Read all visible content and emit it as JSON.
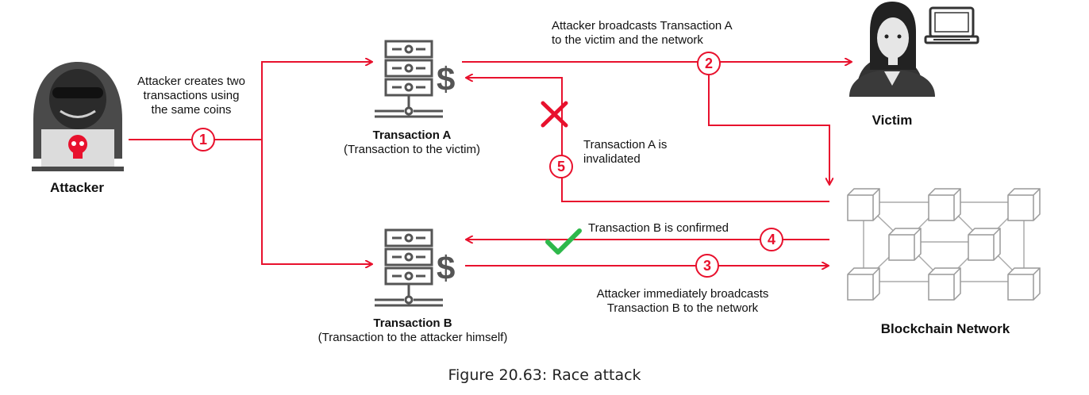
{
  "colors": {
    "arrow": "#e8112d",
    "icon": "#555555",
    "check": "#2eb84b",
    "cross": "#e8112d"
  },
  "attacker": {
    "label": "Attacker",
    "icon": "hacker-icon"
  },
  "victim": {
    "label": "Victim",
    "icon": "victim-icon"
  },
  "network": {
    "label": "Blockchain Network",
    "icon": "blockchain-network-icon"
  },
  "tx_a": {
    "title": "Transaction A",
    "subtitle": "(Transaction to the victim)",
    "icon": "server-dollar-icon"
  },
  "tx_b": {
    "title": "Transaction B",
    "subtitle": "(Transaction to the attacker himself)",
    "icon": "server-dollar-icon"
  },
  "steps": {
    "s1": {
      "num": "1",
      "line1": "Attacker creates two",
      "line2": "transactions using",
      "line3": "the same coins"
    },
    "s2": {
      "num": "2",
      "line1": "Attacker broadcasts Transaction A",
      "line2": "to the victim and the network"
    },
    "s3": {
      "num": "3",
      "line1": "Attacker immediately broadcasts",
      "line2": "Transaction B to the network"
    },
    "s4": {
      "num": "4",
      "line1": "Transaction B is confirmed"
    },
    "s5": {
      "num": "5",
      "line1": "Transaction A is",
      "line2": "invalidated"
    }
  },
  "caption": "Figure 20.63: Race attack"
}
